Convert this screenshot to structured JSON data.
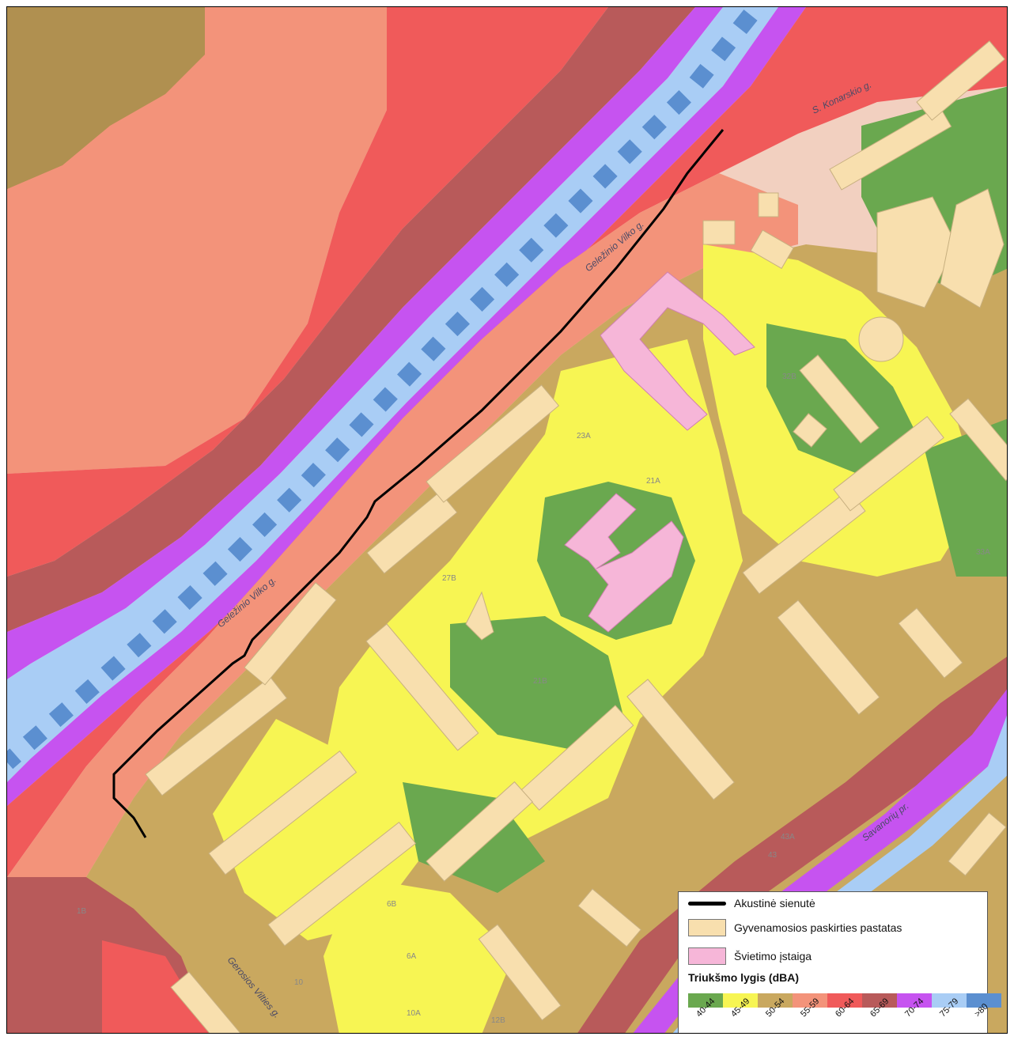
{
  "legend": {
    "wall_label": "Akustinė sienutė",
    "residential_label": "Gyvenamosios paskirties pastatas",
    "education_label": "Švietimo įstaiga",
    "noise_title": "Triukšmo lygis (dBA)",
    "noise_classes": [
      {
        "label": "40-44",
        "color": "#6aa84f"
      },
      {
        "label": "45-49",
        "color": "#f7f553"
      },
      {
        "label": "50-54",
        "color": "#c9a85f"
      },
      {
        "label": "55-59",
        "color": "#f3937a"
      },
      {
        "label": "60-64",
        "color": "#f05a5a"
      },
      {
        "label": "65-69",
        "color": "#b85a5a"
      },
      {
        "label": "70-74",
        "color": "#c653f0"
      },
      {
        "label": "75-79",
        "color": "#a9cdf5"
      },
      {
        "label": ">80",
        "color": "#5b8fd0"
      }
    ]
  },
  "colors": {
    "residential": "#f8dfae",
    "education": "#f6b6d8",
    "wall": "#000000"
  },
  "streets": {
    "s1": "Geležinio Vilko g.",
    "s2": "Geležinio Vilko g.",
    "s3": "S. Konarskio g.",
    "s4": "Savanorių pr.",
    "s5": "Gerosios Vilties g."
  },
  "addresses": {
    "a23A": "23A",
    "a21A": "21A",
    "a27B": "27B",
    "a21B": "21B",
    "a32B": "32B",
    "a33A": "33A",
    "a6B": "6B",
    "a6A": "6A",
    "a10A": "10A",
    "a12B": "12B",
    "a10": "10",
    "a1B": "1B",
    "a43A": "43A",
    "a43": "43"
  }
}
